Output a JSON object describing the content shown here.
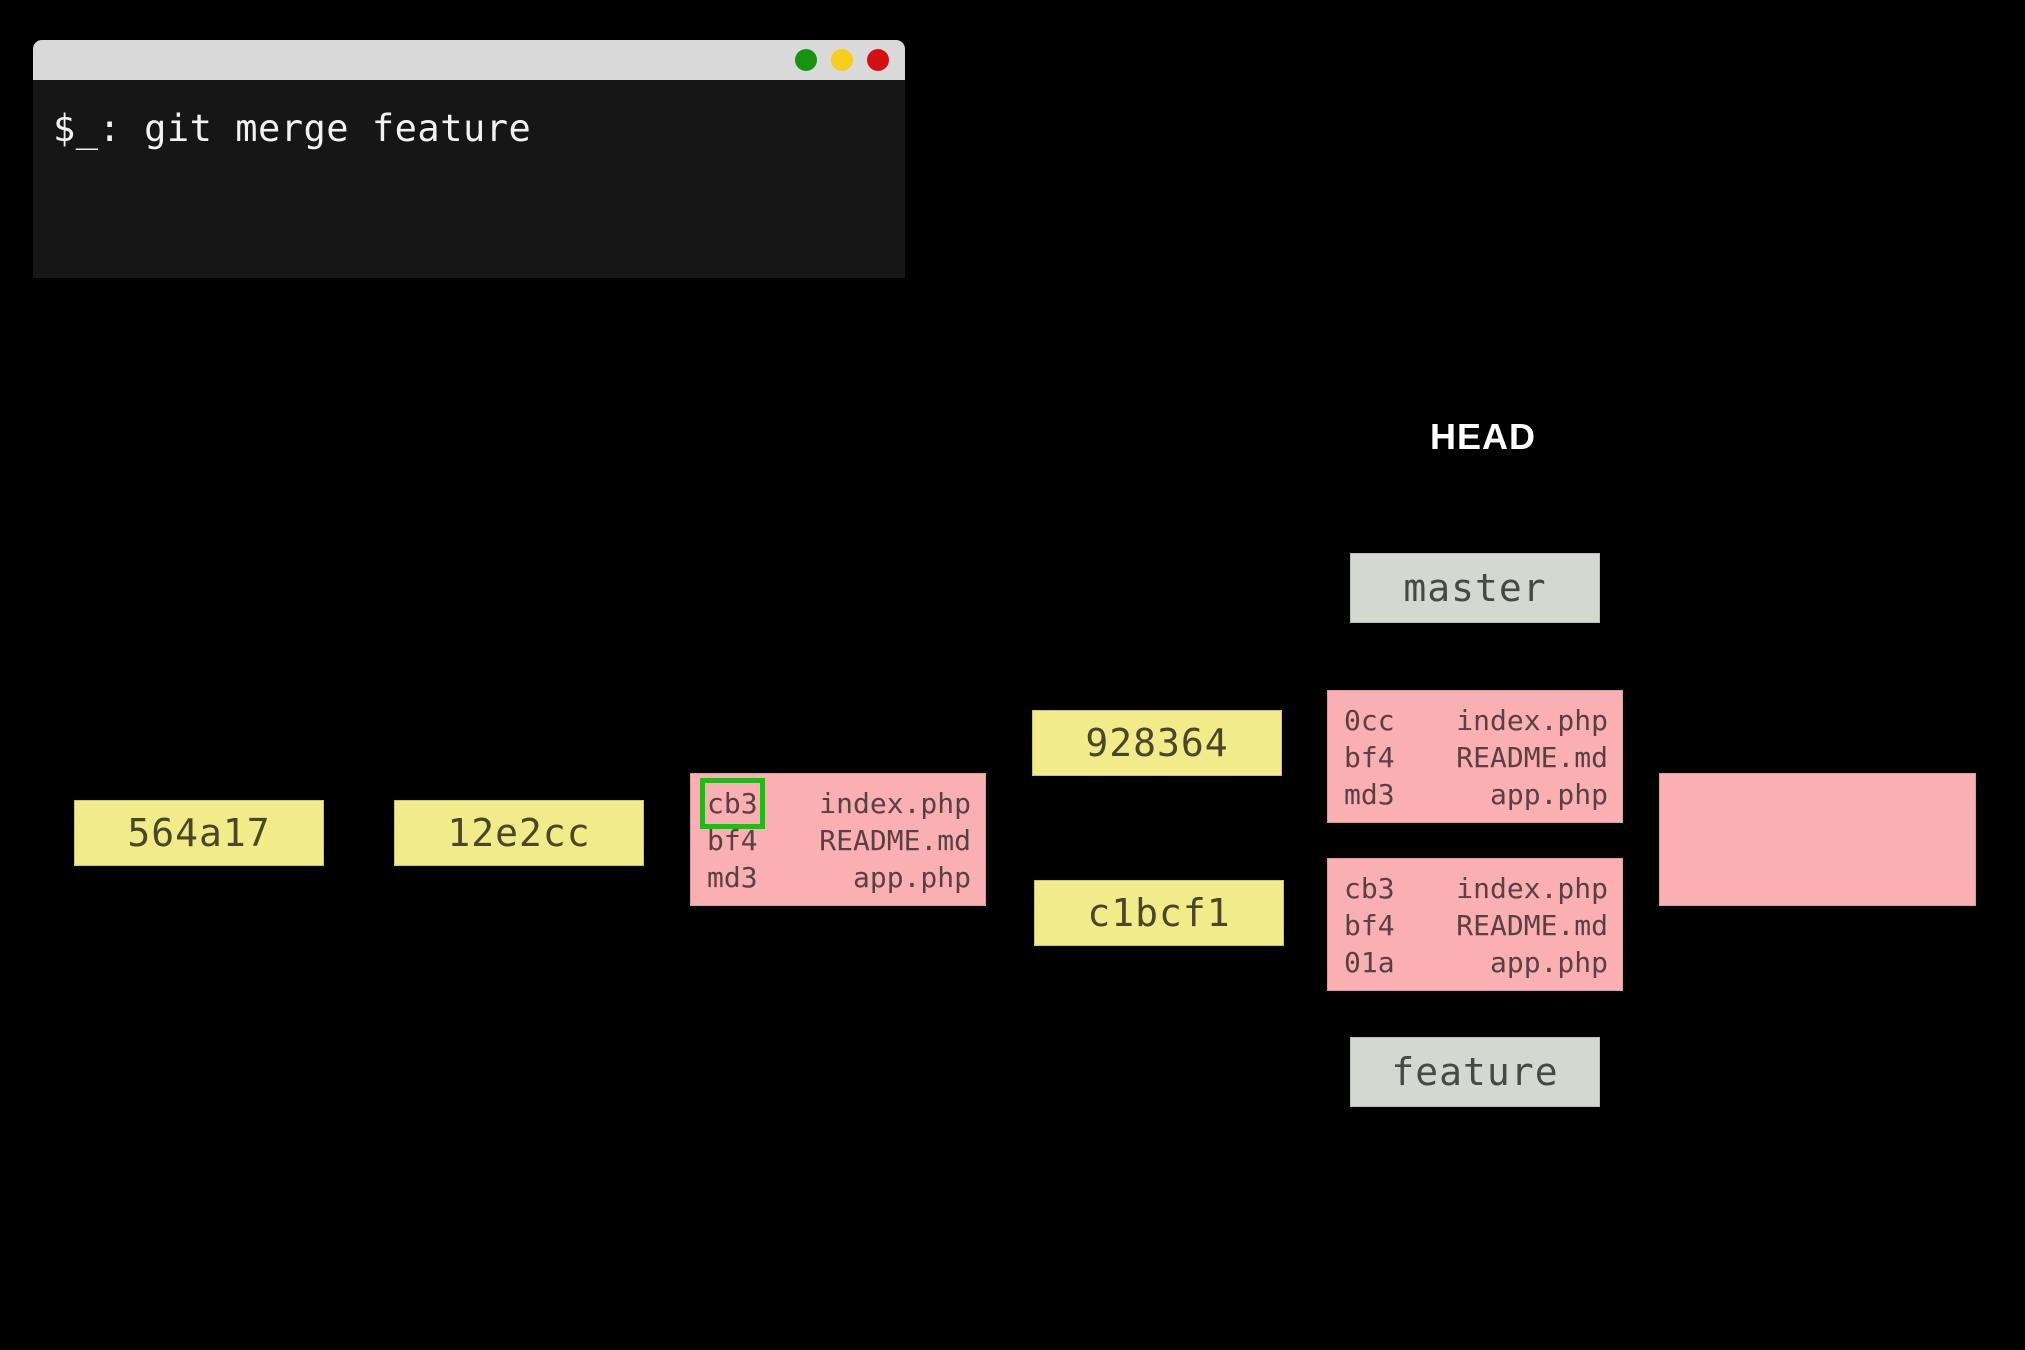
{
  "terminal": {
    "window_title": "",
    "prompt": "$_:",
    "command": "git merge feature",
    "command_line": "$_: git merge feature",
    "buttons": [
      {
        "name": "minimize",
        "color": "#17930f"
      },
      {
        "name": "maximize",
        "color": "#f5cf18"
      },
      {
        "name": "close",
        "color": "#d51010"
      }
    ]
  },
  "graph": {
    "head_label": "HEAD",
    "commits": [
      {
        "sha": "564a17"
      },
      {
        "sha": "12e2cc"
      },
      {
        "sha": "928364"
      },
      {
        "sha": "c1bcf1"
      }
    ],
    "trees": [
      {
        "id": "tree-cb3",
        "rows": [
          {
            "hash": "cb3",
            "file": "index.php",
            "highlighted": true
          },
          {
            "hash": "bf4",
            "file": "README.md",
            "highlighted": false
          },
          {
            "hash": "md3",
            "file": "app.php",
            "highlighted": false
          }
        ]
      },
      {
        "id": "tree-master",
        "rows": [
          {
            "hash": "0cc",
            "file": "index.php",
            "highlighted": false
          },
          {
            "hash": "bf4",
            "file": "README.md",
            "highlighted": false
          },
          {
            "hash": "md3",
            "file": "app.php",
            "highlighted": false
          }
        ]
      },
      {
        "id": "tree-feature",
        "rows": [
          {
            "hash": "cb3",
            "file": "index.php",
            "highlighted": false
          },
          {
            "hash": "bf4",
            "file": "README.md",
            "highlighted": false
          },
          {
            "hash": "01a",
            "file": "app.php",
            "highlighted": false
          }
        ]
      },
      {
        "id": "tree-merge-result",
        "rows": []
      }
    ],
    "branches": [
      {
        "name": "master"
      },
      {
        "name": "feature"
      }
    ]
  },
  "colors": {
    "background": "#000000",
    "commit_yellow": "#f2eb8a",
    "tree_pink": "#fab0b2",
    "branch_gray": "#d5d7d1",
    "highlight_green": "#10c410",
    "terminal_titlebar": "#d9d9d9",
    "terminal_body": "#161616",
    "terminal_text": "#f2f2f2",
    "head_text": "#ffffff"
  }
}
